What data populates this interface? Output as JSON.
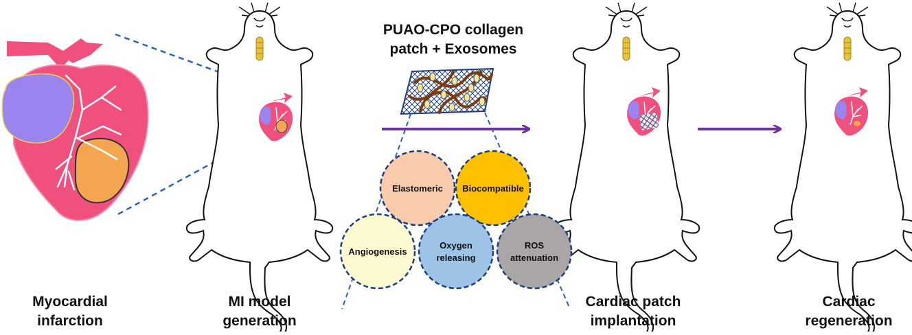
{
  "title": {
    "line1": "PUAO-CPO collagen",
    "line2": "patch + Exosomes"
  },
  "stages": [
    {
      "line1": "Myocardial",
      "line2": "infarction"
    },
    {
      "line1": "MI model",
      "line2": "generation"
    },
    {
      "line1": "Cardiac patch",
      "line2": "implantation"
    },
    {
      "line1": "Cardiac",
      "line2": "regeneration"
    }
  ],
  "properties": [
    {
      "line1": "Elastomeric",
      "line2": "",
      "color": "#f8cbad"
    },
    {
      "line1": "Biocompatible",
      "line2": "",
      "color": "#ffc000"
    },
    {
      "line1": "Angiogenesis",
      "line2": "",
      "color": "#fdf9d0"
    },
    {
      "line1": "Oxygen",
      "line2": "releasing",
      "color": "#9dc3e6"
    },
    {
      "line1": "ROS",
      "line2": "attenuation",
      "color": "#aaa6a6"
    }
  ],
  "colors": {
    "heart_red": "#f0507d",
    "heart_purple": "#9b84f0",
    "infarct": "#f4a54f",
    "arrow": "#7030a0",
    "dash_line": "#2e62b5",
    "circle_border": "#1f3f7a",
    "spine": "#e8c23a"
  }
}
